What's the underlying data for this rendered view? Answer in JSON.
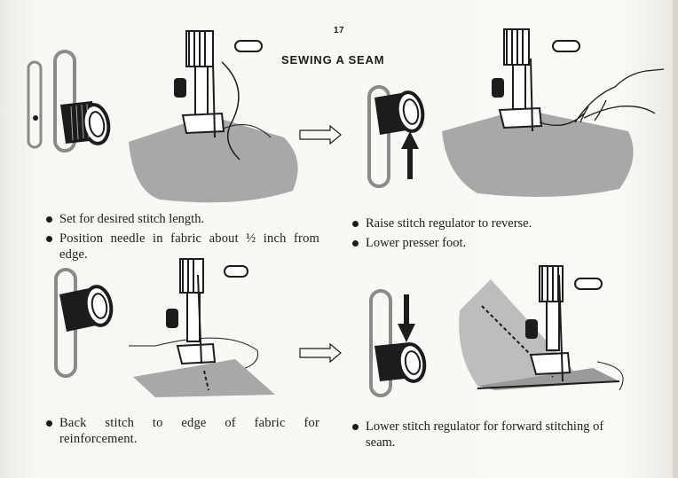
{
  "page": {
    "number": "17",
    "title": "SEWING A SEAM"
  },
  "steps": [
    {
      "id": "set-length",
      "text": "Set for desired stitch length."
    },
    {
      "id": "position-needle",
      "text": "Position needle in fabric about ½ inch from edge."
    },
    {
      "id": "raise-regulator",
      "text": "Raise stitch regulator to reverse."
    },
    {
      "id": "lower-foot",
      "text": "Lower presser foot."
    },
    {
      "id": "back-stitch",
      "text": "Back stitch to edge of fabric for reinforcement."
    },
    {
      "id": "lower-regulator",
      "text": "Lower stitch regulator for forward stitching of seam."
    }
  ],
  "colors": {
    "fabric": "#a8a8a8",
    "fabric_light": "#c4c4c4",
    "ink": "#1c1c1c",
    "paper": "#f7f6f2"
  }
}
